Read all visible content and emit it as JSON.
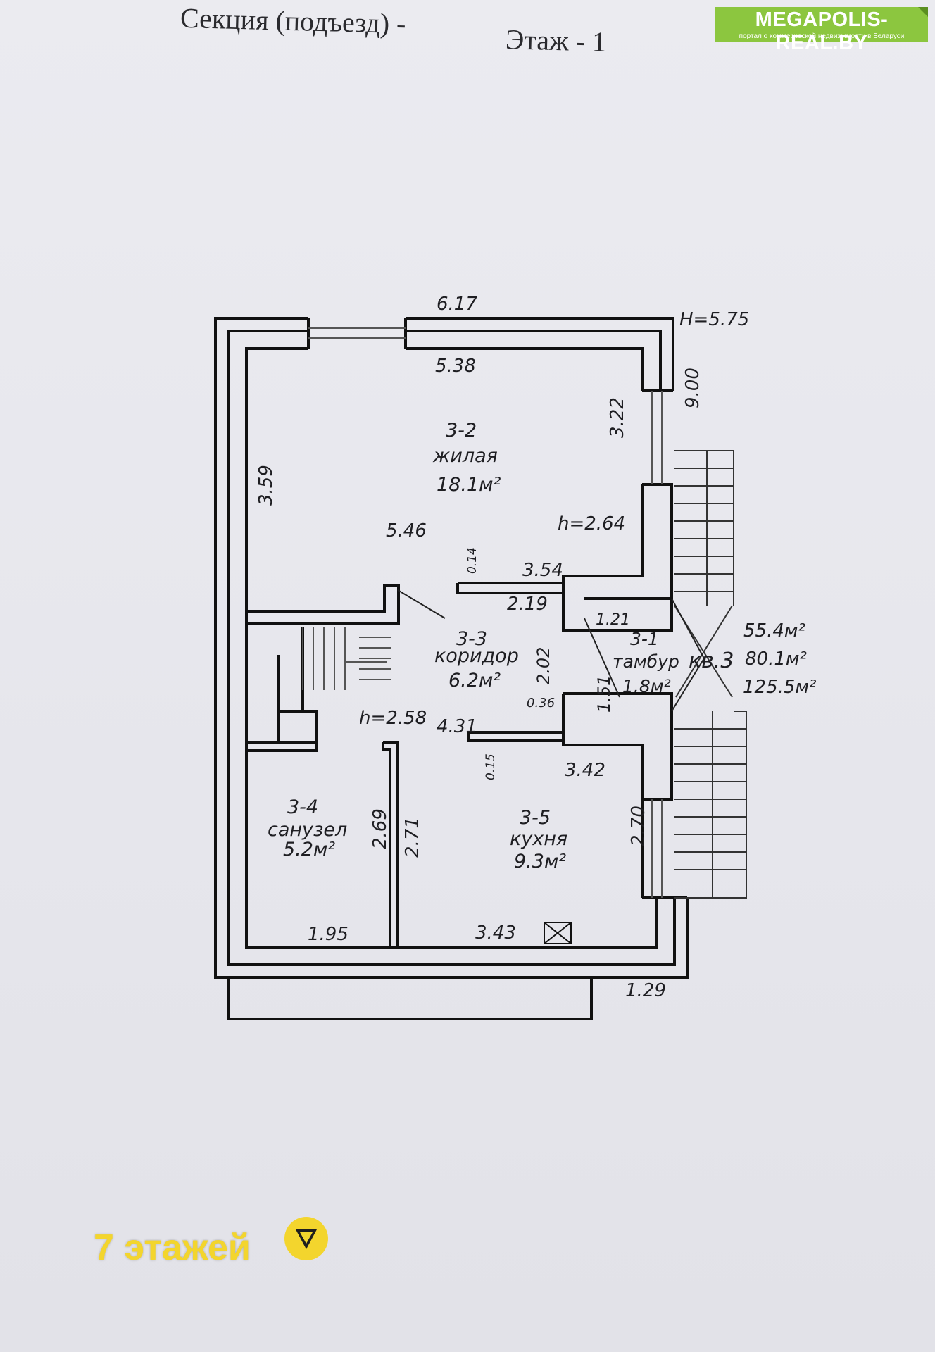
{
  "header": {
    "section": "Секция (подъезд) -",
    "floor": "Этаж - 1"
  },
  "logo": {
    "title": "MEGAPOLIS-REAL.BY",
    "subtitle": "портал о коммерческой недвижимости в Беларуси",
    "color": "#8cc63f"
  },
  "plan": {
    "height_total": "H=5.75",
    "rooms": [
      {
        "id": "3-2",
        "name": "жилая",
        "area": "18.1м²",
        "height": "h=2.64"
      },
      {
        "id": "3-3",
        "name": "коридор",
        "area": "6.2м²",
        "height": "h=2.58"
      },
      {
        "id": "3-1",
        "name": "тамбур",
        "area": "1.8м²"
      },
      {
        "id": "3-4",
        "name": "санузел",
        "area": "5.2м²"
      },
      {
        "id": "3-5",
        "name": "кухня",
        "area": "9.3м²"
      }
    ],
    "apartment": {
      "label": "кв.3",
      "areas": [
        "55.4м²",
        "80.1м²",
        "125.5м²"
      ]
    },
    "dims": {
      "top_outer": "6.17",
      "top_inner": "5.38",
      "right_outer": "9.00",
      "right_upper": "3.22",
      "left_upper": "3.59",
      "living_width": "5.46",
      "wall_a": "0.14",
      "partition_a": "3.54",
      "partition_b": "2.19",
      "vestibule_w": "1.21",
      "corridor_h": "2.02",
      "wall_b": "0.36",
      "vestibule_h": "1.51",
      "corridor_w": "4.31",
      "wall_c": "0.15",
      "kitchen_top": "3.42",
      "bath_h": "2.69",
      "kitchen_left": "2.71",
      "kitchen_right": "2.70",
      "bath_bottom": "1.95",
      "kitchen_bottom": "3.43",
      "porch": "1.29"
    }
  },
  "footer": {
    "floors": "7 этажей",
    "icon": "arrow-down-badge-icon",
    "color": "#f3d52d"
  }
}
